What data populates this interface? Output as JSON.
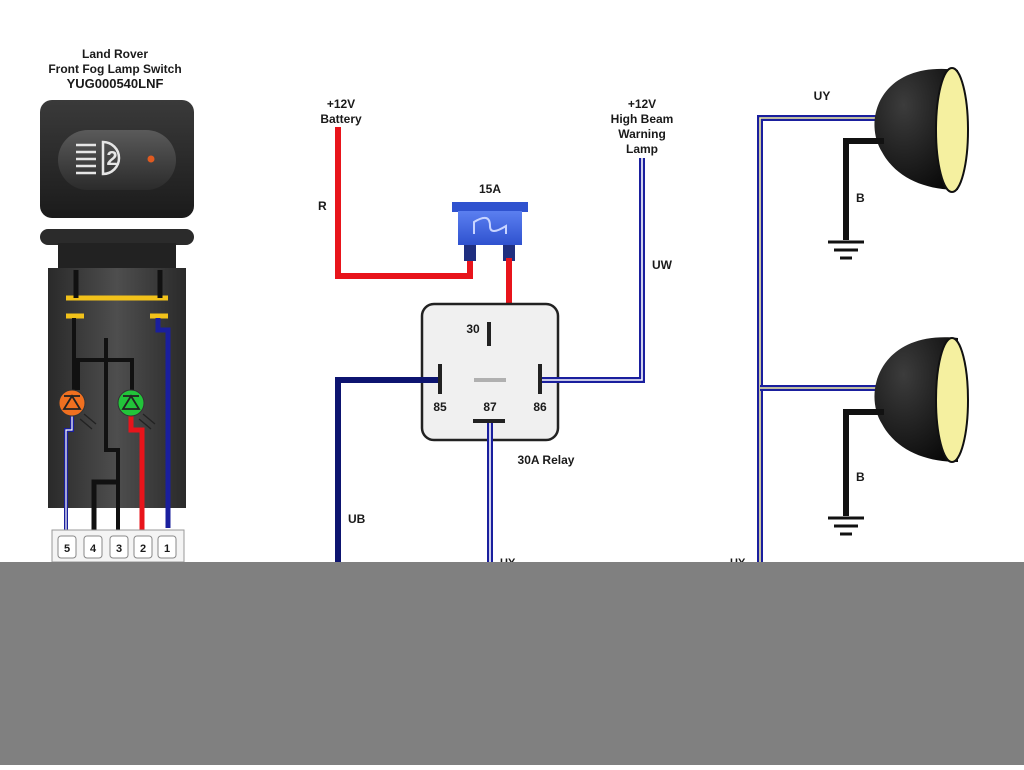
{
  "switch": {
    "title_line1": "Land Rover",
    "title_line2": "Front Fog Lamp Switch",
    "title_line3": "YUG000540LNF",
    "icon_digit": "2",
    "pins": [
      "5",
      "4",
      "3",
      "2",
      "1"
    ]
  },
  "battery": {
    "line1": "+12V",
    "line2": "Battery"
  },
  "warning_lamp": {
    "line1": "+12V",
    "line2": "High Beam",
    "line3": "Warning",
    "line4": "Lamp"
  },
  "fuse": {
    "label": "15A"
  },
  "relay": {
    "label": "30A Relay",
    "pin_30": "30",
    "pin_85": "85",
    "pin_86": "86",
    "pin_87": "87"
  },
  "wires": {
    "red": "R",
    "blue_black": "UB",
    "blue_white": "UW",
    "blue_yellow_top": "UY",
    "black_top": "B",
    "black_bottom": "B",
    "blue_yellow_relay_cut": "UY",
    "blue_yellow_left_cut": "UY"
  },
  "colors": {
    "red_wire": "#e8141b",
    "blue_wire": "#1a1f9e",
    "dark_blue_wire": "#0d1470",
    "yellow_bus": "#f2c21a",
    "fuse_blue": "#3f64e0",
    "lamp_lens": "#f5f0a0",
    "lamp_body": "#141414",
    "background_band": "#808080",
    "amber_led": "#f07020",
    "green_led": "#22c43a"
  }
}
